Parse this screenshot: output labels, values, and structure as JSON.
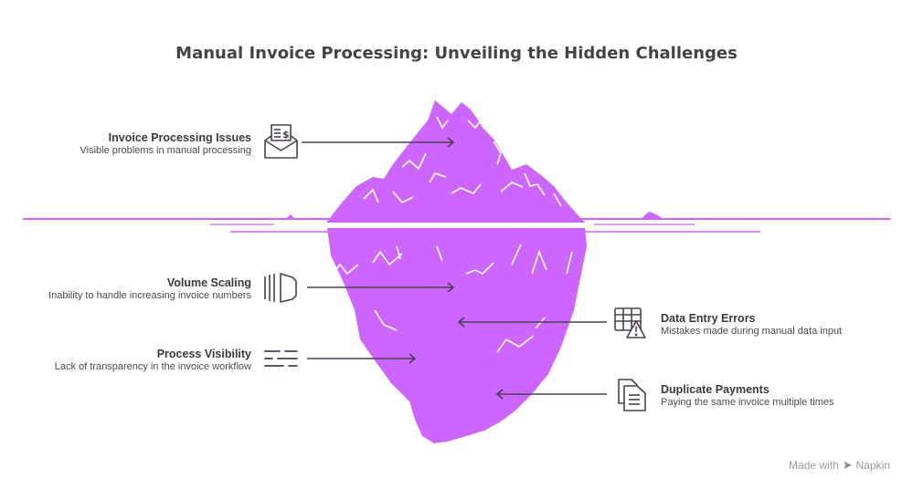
{
  "title": "Manual Invoice Processing: Unveiling the Hidden Challenges",
  "items": [
    {
      "title": "Invoice Processing Issues",
      "desc": "Visible problems in manual processing",
      "icon": "invoice-envelope-icon"
    },
    {
      "title": "Volume Scaling",
      "desc": "Inability to handle increasing invoice numbers",
      "icon": "stacked-pages-icon"
    },
    {
      "title": "Process Visibility",
      "desc": "Lack of transparency in the invoice workflow",
      "icon": "dashed-lines-icon"
    },
    {
      "title": "Data Entry Errors",
      "desc": "Mistakes made during manual data input",
      "icon": "table-warning-icon"
    },
    {
      "title": "Duplicate Payments",
      "desc": "Paying the same invoice multiple times",
      "icon": "duplicate-documents-icon"
    }
  ],
  "watermark": {
    "prefix": "Made with",
    "brand": "Napkin"
  },
  "colors": {
    "iceberg": "#cc66ff",
    "water": "#cc66ff",
    "arrow": "#4a4050",
    "icon": "#4a4050",
    "crack": "#ffffff"
  }
}
